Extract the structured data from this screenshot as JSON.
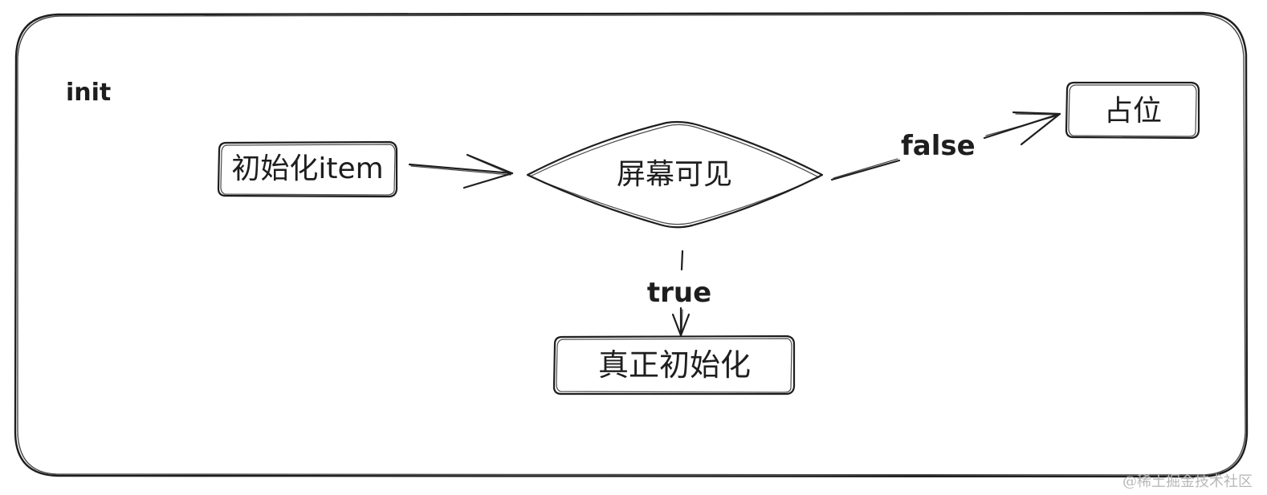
{
  "diagram": {
    "frame_label": "init",
    "nodes": {
      "init_item": "初始化item",
      "decision": "屏幕可见",
      "placeholder": "占位",
      "real_init": "真正初始化"
    },
    "edges": {
      "false_label": "false",
      "true_label": "true"
    },
    "watermark": "@稀土掘金技术社区",
    "colors": {
      "stroke": "#1e1e1e",
      "background": "#ffffff",
      "watermark": "#b8b8b8"
    }
  }
}
